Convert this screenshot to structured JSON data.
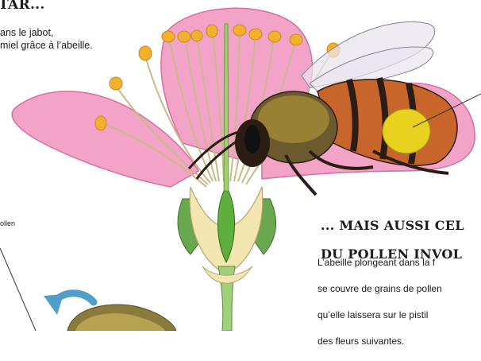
{
  "top_left": {
    "headline": "TAR...",
    "body_line1": "ans le jabot,",
    "body_line2": "miel grâce à l’abeille."
  },
  "left_label": "ollen",
  "right_block": {
    "headline_line1": "... MAIS AUSSI CEL",
    "headline_line2": "DU POLLEN INVOL",
    "body_line1": "L’abeille plongeant dans la f",
    "body_line2": "se couvre de grains de pollen",
    "body_line3": "qu’elle laissera sur le pistil",
    "body_line4": "des fleurs suivantes."
  },
  "colors": {
    "petal": "#f4a3c8",
    "petal_edge": "#d56f9e",
    "anther": "#f2b12d",
    "bee_stripe": "#c8652a",
    "bee_dark": "#2b1d14",
    "pollen": "#e8d11f",
    "arrow": "#4f9fc9",
    "stem_green": "#6aa84f"
  }
}
